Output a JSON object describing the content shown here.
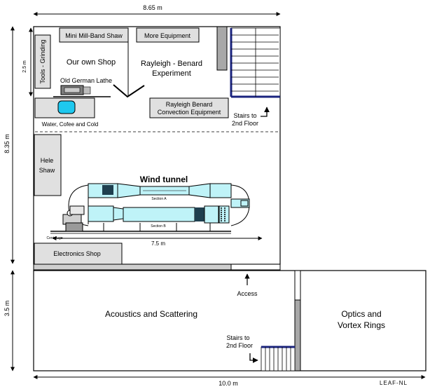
{
  "dimensions": {
    "top_width": "8.65 m",
    "left_height": "8.35 m",
    "small_height": "2.5 m",
    "lower_height": "3.5 m",
    "bottom_width": "10.0 m",
    "tunnel_length": "7.5 m"
  },
  "rooms": {
    "mill_band_saw": "Mini Mill-Band Shaw",
    "more_equipment": "More Equipment",
    "tools_grinding": "Tools - Grinding",
    "our_shop": "Our own Shop",
    "old_lathe": "Old German Lathe",
    "rayleigh_line1": "Rayleigh - Benard",
    "rayleigh_line2": "Experiment",
    "convection_line1": "Rayleigh Benard",
    "convection_line2": "Convection Equipment",
    "stairs_upper_line1": "Stairs to",
    "stairs_upper_line2": "2nd Floor",
    "water_coffee": "Water, Cofee and Cold",
    "hele_line1": "Hele",
    "hele_line2": "Shaw",
    "wind_tunnel": "Wind tunnel",
    "section_a": "Section A",
    "section_b": "Section B",
    "centrifuge": "Centrifuge",
    "electronics_shop": "Electronics Shop",
    "access": "Access",
    "acoustics": "Acoustics and Scattering",
    "optics_line1": "Optics and",
    "optics_line2": "Vortex Rings",
    "stairs_lower_line1": "Stairs to",
    "stairs_lower_line2": "2nd Floor"
  },
  "watermark": "LEAF-NL",
  "colors": {
    "equipment_fill": "#e0e0e0",
    "wall": "#000000",
    "tunnel_cyan": "#bff3f8",
    "stair_blue": "#1a237e",
    "column_gray": "#a8a8a8"
  }
}
